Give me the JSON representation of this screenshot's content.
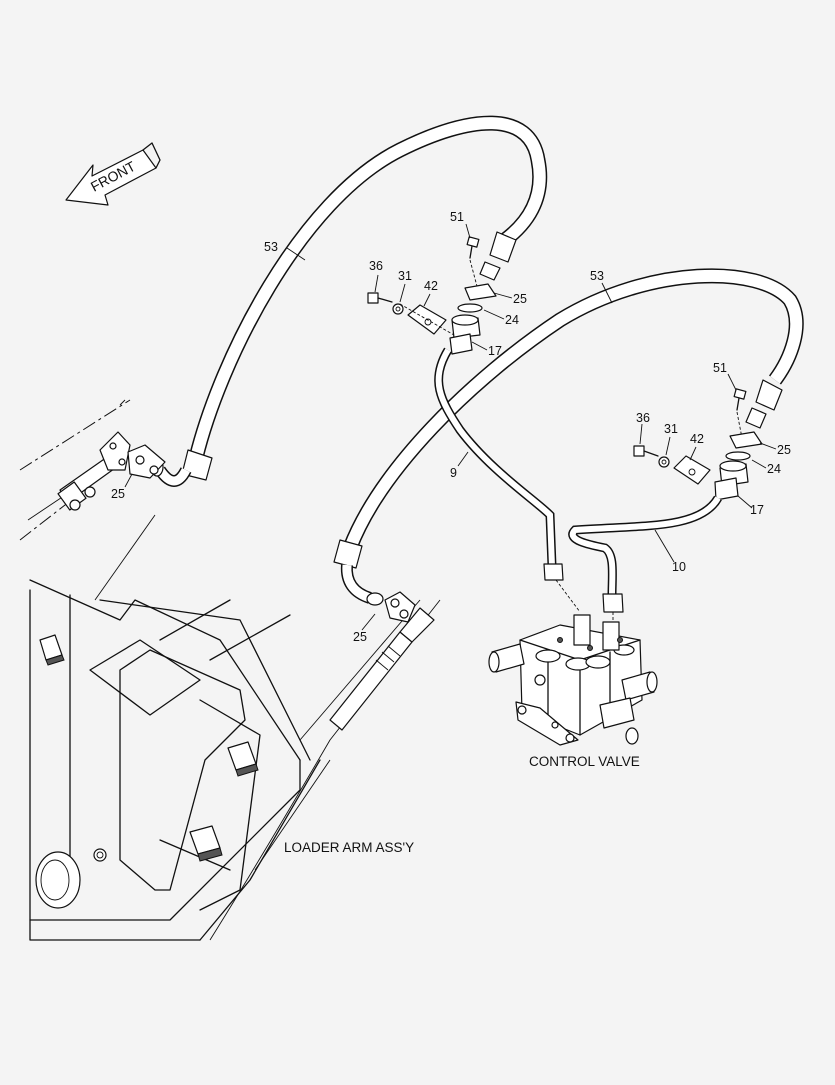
{
  "front_arrow": {
    "text": "FRONT"
  },
  "captions": {
    "control_valve": "CONTROL VALVE",
    "loader_arm": "LOADER ARM ASS'Y"
  },
  "callouts": [
    {
      "id": "c53a",
      "text": "53"
    },
    {
      "id": "c53b",
      "text": "53"
    },
    {
      "id": "c51a",
      "text": "51"
    },
    {
      "id": "c51b",
      "text": "51"
    },
    {
      "id": "c36a",
      "text": "36"
    },
    {
      "id": "c36b",
      "text": "36"
    },
    {
      "id": "c31a",
      "text": "31"
    },
    {
      "id": "c31b",
      "text": "31"
    },
    {
      "id": "c42a",
      "text": "42"
    },
    {
      "id": "c42b",
      "text": "42"
    },
    {
      "id": "c25a",
      "text": "25"
    },
    {
      "id": "c25b",
      "text": "25"
    },
    {
      "id": "c25c",
      "text": "25"
    },
    {
      "id": "c25d",
      "text": "25"
    },
    {
      "id": "c24a",
      "text": "24"
    },
    {
      "id": "c24b",
      "text": "24"
    },
    {
      "id": "c17a",
      "text": "17"
    },
    {
      "id": "c17b",
      "text": "17"
    },
    {
      "id": "c9",
      "text": "9"
    },
    {
      "id": "c10",
      "text": "10"
    }
  ]
}
